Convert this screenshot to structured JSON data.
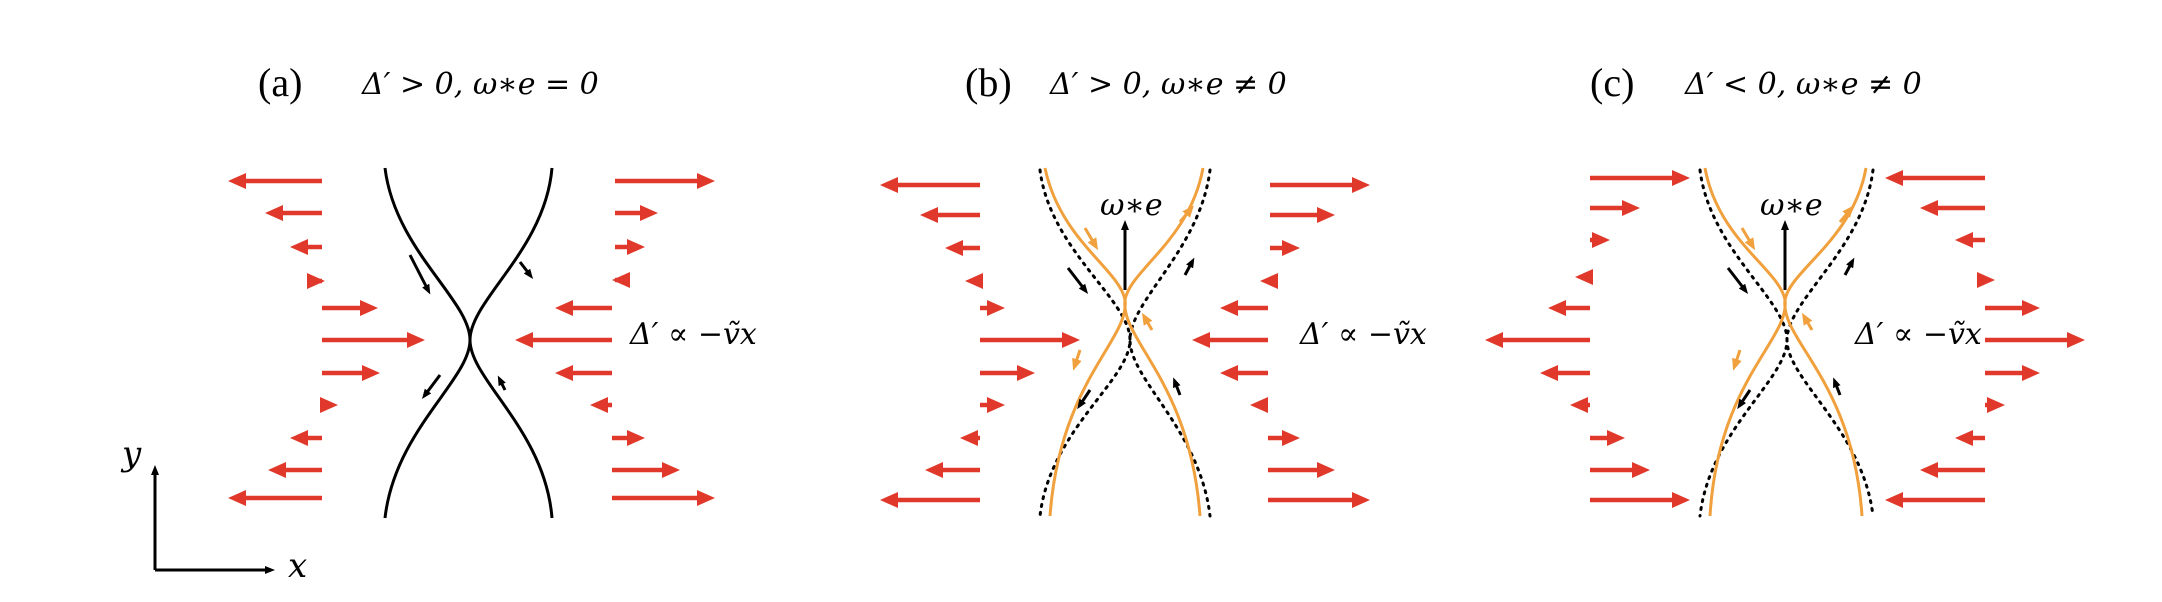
{
  "panels": [
    {
      "id": "a",
      "label": "(a)",
      "condition": "Δ′ > 0, ω∗e = 0",
      "annotation": "Δ′ ∝ −ṽx"
    },
    {
      "id": "b",
      "label": "(b)",
      "condition": "Δ′ > 0, ω∗e ≠ 0",
      "annotation": "Δ′ ∝ −ṽx",
      "omega_label": "ω∗e"
    },
    {
      "id": "c",
      "label": "(c)",
      "condition": "Δ′ < 0, ω∗e ≠ 0",
      "annotation": "Δ′ ∝ −ṽx",
      "omega_label": "ω∗e"
    }
  ],
  "axes": {
    "x_label": "x",
    "y_label": "y"
  },
  "colors": {
    "flow_arrows": "#e0392b",
    "field_lines_b0": "#000000",
    "field_lines_shifted": "#f0a03c"
  }
}
